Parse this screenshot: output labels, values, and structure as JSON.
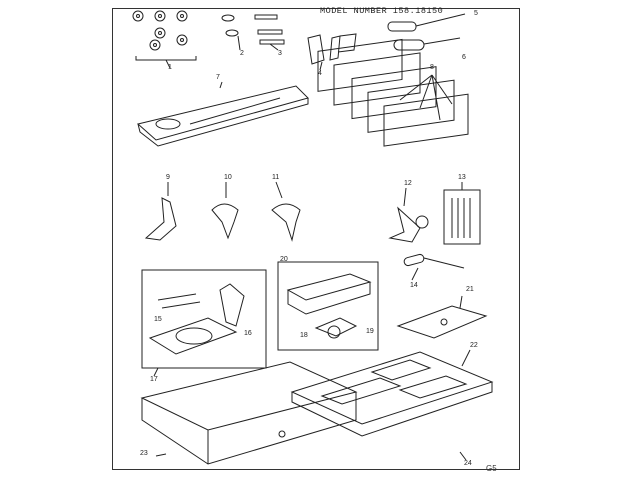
{
  "header": {
    "model_text": "MODEL NUMBER 158.18150"
  },
  "parts": [
    {
      "label": "1"
    },
    {
      "label": "2"
    },
    {
      "label": "3"
    },
    {
      "label": "4"
    },
    {
      "label": "5"
    },
    {
      "label": "6"
    },
    {
      "label": "7"
    },
    {
      "label": "8"
    },
    {
      "label": "9"
    },
    {
      "label": "10"
    },
    {
      "label": "11"
    },
    {
      "label": "12"
    },
    {
      "label": "13"
    },
    {
      "label": "14"
    },
    {
      "label": "15"
    },
    {
      "label": "16"
    },
    {
      "label": "17"
    },
    {
      "label": "18"
    },
    {
      "label": "19"
    },
    {
      "label": "20"
    },
    {
      "label": "21"
    },
    {
      "label": "22"
    },
    {
      "label": "23"
    },
    {
      "label": "24"
    }
  ],
  "footer": {
    "page_code": "G5"
  }
}
